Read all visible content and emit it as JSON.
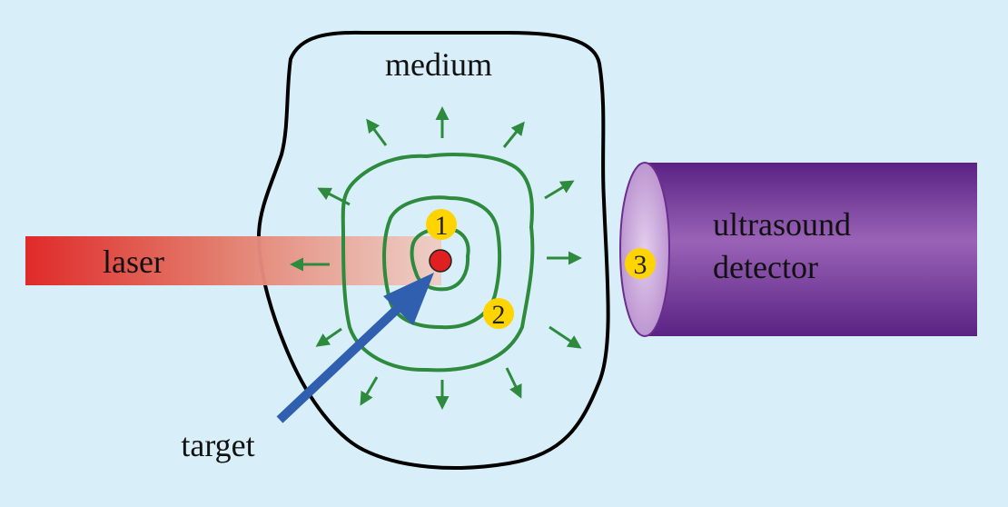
{
  "labels": {
    "medium": "medium",
    "laser": "laser",
    "target": "target",
    "detector_line1": "ultrasound",
    "detector_line2": "detector"
  },
  "markers": {
    "one": "1",
    "two": "2",
    "three": "3"
  },
  "colors": {
    "background": "#d8eef8",
    "wave": "#2e8b3e",
    "laser": "#e03a3a",
    "target": "#e02020",
    "pointer": "#2f5fae",
    "detector": "#6b2d8f",
    "marker": "#ffd400",
    "outline": "#000000"
  },
  "icons": {
    "wave_arrows": "arrow-icon",
    "pointer": "arrow-icon"
  }
}
